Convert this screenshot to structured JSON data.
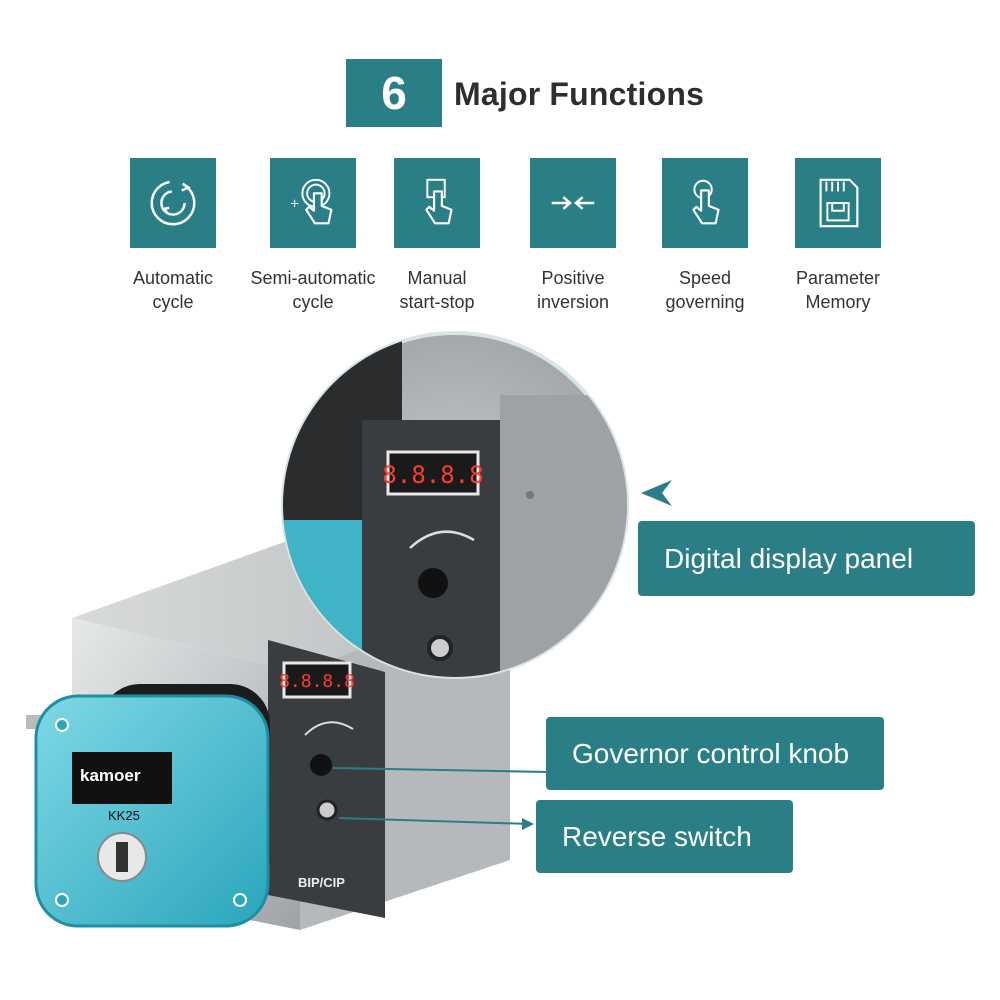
{
  "header": {
    "number": "6",
    "title": "Major Functions"
  },
  "features": [
    {
      "icon": "automatic-cycle-icon",
      "line1": "Automatic",
      "line2": "cycle"
    },
    {
      "icon": "tap-gesture-icon",
      "line1": "Semi-automatic",
      "line2": "cycle"
    },
    {
      "icon": "press-button-icon",
      "line1": "Manual",
      "line2": "start-stop"
    },
    {
      "icon": "arrows-inward-icon",
      "line1": "Positive",
      "line2": "inversion"
    },
    {
      "icon": "speed-touch-icon",
      "line1": "Speed",
      "line2": "governing"
    },
    {
      "icon": "sd-card-icon",
      "line1": "Parameter",
      "line2": "Memory"
    }
  ],
  "callouts": {
    "display": "Digital display panel",
    "knob": "Governor control knob",
    "reverse": "Reverse switch"
  },
  "device": {
    "display_digits": "8.8.8.8",
    "brand": "kamoer",
    "model": "KK25",
    "panel_label": "BIP/CIP"
  },
  "colors": {
    "accent": "#2a7f86",
    "pump_head": "#36b9cc",
    "steel": "#c9ccce"
  }
}
